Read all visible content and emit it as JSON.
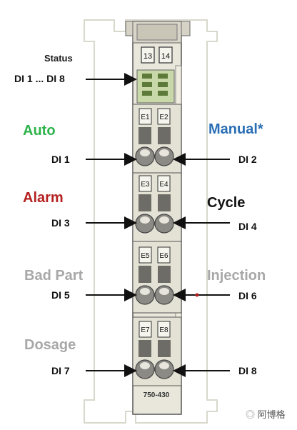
{
  "status_label": "Status",
  "status_inputs_label": "DI 1 ... DI 8",
  "terminal_numbers": [
    "13",
    "14"
  ],
  "model_number": "750-430",
  "channels": [
    {
      "left_func": "Auto",
      "left_color": "#2db34a",
      "right_func": "Manual*",
      "right_color": "#2a6fb5",
      "left_di": "DI 1",
      "right_di": "DI 2",
      "led_left": "E1",
      "led_right": "E2"
    },
    {
      "left_func": "Alarm",
      "left_color": "#b52020",
      "right_func": "Cycle",
      "right_color": "#111111",
      "left_di": "DI 3",
      "right_di": "DI 4",
      "led_left": "E3",
      "led_right": "E4"
    },
    {
      "left_func": "Bad Part",
      "left_color": "#a8a8a8",
      "right_func": "Injection",
      "right_color": "#a8a8a8",
      "left_di": "DI 5",
      "right_di": "DI 6",
      "led_left": "E5",
      "led_right": "E6"
    },
    {
      "left_func": "Dosage",
      "left_color": "#a8a8a8",
      "right_func": "",
      "left_di": "DI 7",
      "right_di": "DI 8",
      "led_left": "E7",
      "led_right": "E8"
    }
  ],
  "watermark_left": "",
  "watermark_right": "阿博格"
}
